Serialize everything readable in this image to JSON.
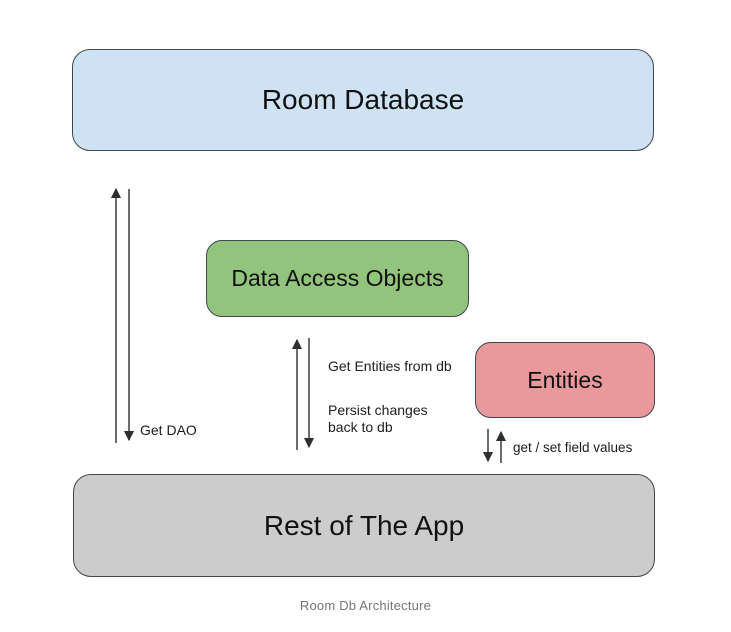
{
  "diagram": {
    "title": "Room Db Architecture",
    "boxes": {
      "room_database": {
        "label": "Room Database",
        "fill": "#cfe2f3"
      },
      "dao": {
        "label": "Data Access Objects",
        "fill": "#93c47d"
      },
      "entities": {
        "label": "Entities",
        "fill": "#e9999c"
      },
      "rest_of_app": {
        "label": "Rest of The App",
        "fill": "#cccccc"
      }
    },
    "arrow_labels": {
      "get_dao": "Get DAO",
      "get_entities": "Get Entities from db",
      "persist_changes": "Persist changes back to db",
      "get_set_fields": "get / set field values"
    },
    "colors": {
      "arrow": "#2e2e2e",
      "box_border": "#3e464e",
      "caption_text": "#757575"
    }
  }
}
